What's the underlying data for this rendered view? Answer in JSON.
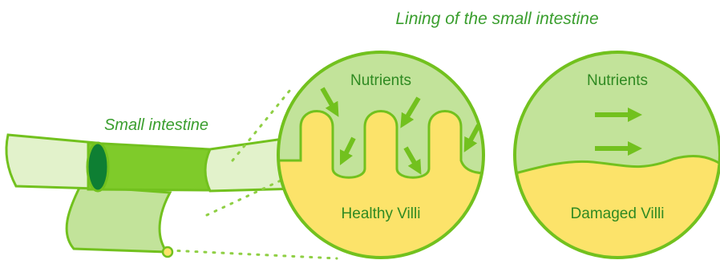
{
  "title": "Lining of the small intestine",
  "intestine_label": "Small intestine",
  "healthy_panel": {
    "top_label": "Nutrients",
    "bottom_label": "Healthy Villi"
  },
  "damaged_panel": {
    "top_label": "Nutrients",
    "bottom_label": "Damaged Villi"
  },
  "colors": {
    "outline_green": "#72c11e",
    "light_green": "#c2e39a",
    "pale_green": "#e2f2cb",
    "mid_green": "#7fcb2a",
    "dark_green": "#0e7f33",
    "villi_yellow": "#fce36a",
    "label_green": "#3a9e2e"
  }
}
